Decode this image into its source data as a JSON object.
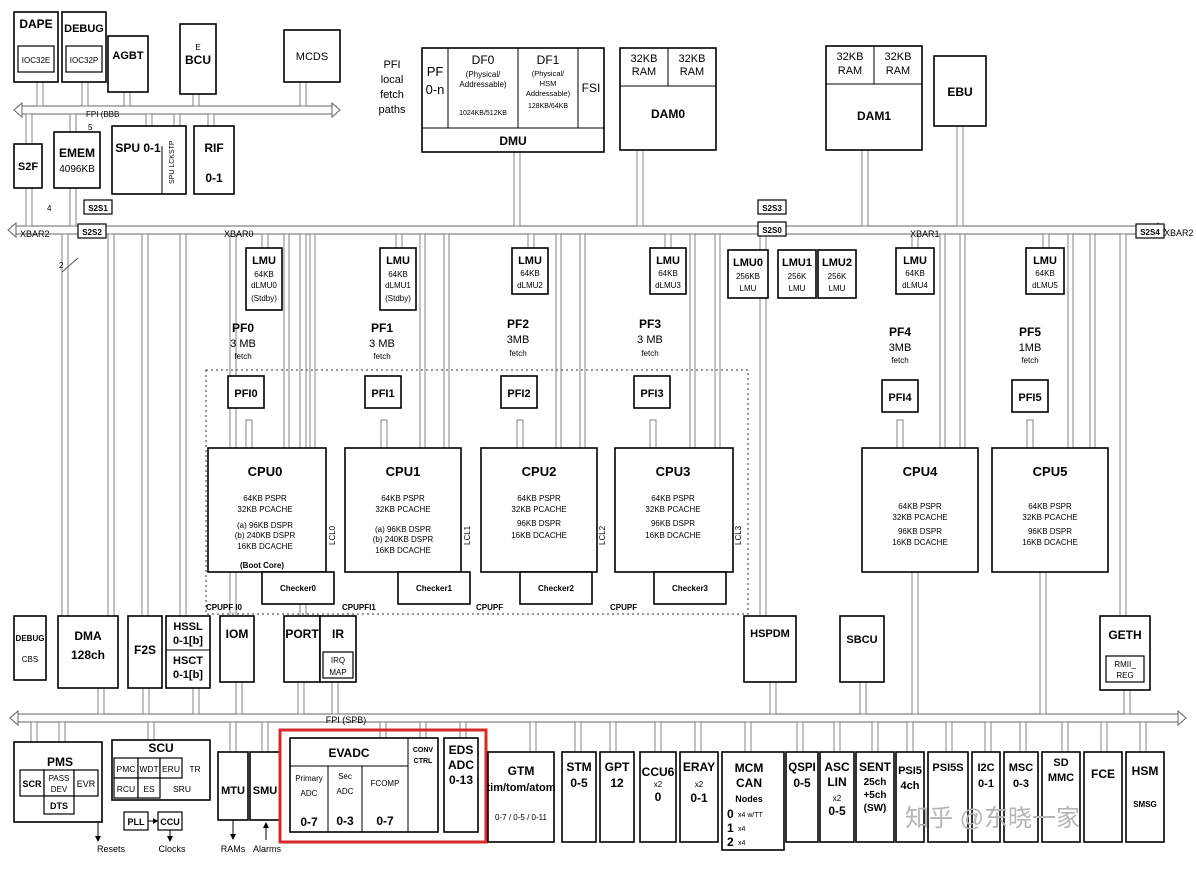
{
  "diagram": {
    "top_blocks": {
      "dape": "DAPE",
      "ioc32e": "IOC32E",
      "debug": "DEBUG",
      "ioc32p": "IOC32P",
      "agbt": "AGBT",
      "bcu_e": "E",
      "bcu": "BCU",
      "mcds": "MCDS",
      "fpi_bbb": "FPI (BBB",
      "num5": "5",
      "num4": "4",
      "num2": "2",
      "s2f": "S2F",
      "emem": "EMEM",
      "emem_size": "4096KB",
      "spu": "SPU 0-1",
      "spu_lckstp": "SPU LCKSTP",
      "rif": "RIF",
      "rif_range": "0-1",
      "s2s1": "S2S1",
      "s2s2": "S2S2"
    },
    "pfi_paths": [
      "PFI",
      "local",
      "fetch",
      "paths"
    ],
    "dmu": {
      "pf": "PF",
      "pf_range": "0-n",
      "df0": "DF0",
      "df0_sub1": "(Physical/",
      "df0_sub2": "Addressable)",
      "df0_size": "1024KB/512KB",
      "df1": "DF1",
      "df1_sub1": "(Physical/",
      "df1_sub2": "HSM",
      "df1_sub3": "Addressable)",
      "df1_size": "128KB/64KB",
      "fsi": "FSI",
      "label": "DMU"
    },
    "dam0": {
      "ram1_a": "32KB",
      "ram1_b": "RAM",
      "ram2_a": "32KB",
      "ram2_b": "RAM",
      "label": "DAM0"
    },
    "dam1": {
      "ram1_a": "32KB",
      "ram1_b": "RAM",
      "ram2_a": "32KB",
      "ram2_b": "RAM",
      "label": "DAM1"
    },
    "ebu": "EBU",
    "xbar": {
      "xbar2_left": "XBAR2",
      "xbar0": "XBAR0",
      "xbar1": "XBAR1",
      "xbar2_right": "XBAR2",
      "s2s3": "S2S3",
      "s2s0": "S2S0",
      "s2s4": "S2S4"
    },
    "lmus": [
      {
        "name": "LMU",
        "l2": "64KB",
        "l3": "dLMU0",
        "l4": "(Stdby)"
      },
      {
        "name": "LMU",
        "l2": "64KB",
        "l3": "dLMU1",
        "l4": "(Stdby)"
      },
      {
        "name": "LMU",
        "l2": "64KB",
        "l3": "dLMU2",
        "l4": ""
      },
      {
        "name": "LMU",
        "l2": "64KB",
        "l3": "dLMU3",
        "l4": ""
      },
      {
        "name": "LMU",
        "l2": "64KB",
        "l3": "dLMU4",
        "l4": ""
      },
      {
        "name": "LMU",
        "l2": "64KB",
        "l3": "dLMU5",
        "l4": ""
      }
    ],
    "global_lmus": [
      {
        "name": "LMU0",
        "l2": "256KB",
        "l3": "LMU"
      },
      {
        "name": "LMU1",
        "l2": "256K",
        "l3": "LMU"
      },
      {
        "name": "LMU2",
        "l2": "256K",
        "l3": "LMU"
      }
    ],
    "pf_labels": [
      {
        "name": "PF0",
        "size": "3 MB",
        "fetch": "fetch",
        "pfi": "PFI0"
      },
      {
        "name": "PF1",
        "size": "3 MB",
        "fetch": "fetch",
        "pfi": "PFI1"
      },
      {
        "name": "PF2",
        "size": "3MB",
        "fetch": "fetch",
        "pfi": "PFI2"
      },
      {
        "name": "PF3",
        "size": "3 MB",
        "fetch": "fetch",
        "pfi": "PFI3"
      },
      {
        "name": "PF4",
        "size": "3MB",
        "fetch": "fetch",
        "pfi": "PFI4"
      },
      {
        "name": "PF5",
        "size": "1MB",
        "fetch": "fetch",
        "pfi": "PFI5"
      }
    ],
    "cpus": [
      {
        "name": "CPU0",
        "l1": "64KB  PSPR",
        "l2": "32KB  PCACHE",
        "l3": "(a) 96KB  DSPR",
        "l4": "(b) 240KB DSPR",
        "l5": "16KB DCACHE",
        "note": "(Boot Core)",
        "lcl": "LCL0",
        "checker": "Checker0",
        "cpupf": "CPUPF I0"
      },
      {
        "name": "CPU1",
        "l1": "64KB  PSPR",
        "l2": "32KB  PCACHE",
        "l3": "(a) 96KB  DSPR",
        "l4": "(b) 240KB DSPR",
        "l5": "16KB DCACHE",
        "note": "",
        "lcl": "LCL1",
        "checker": "Checker1",
        "cpupf": "CPUPFI1"
      },
      {
        "name": "CPU2",
        "l1": "64KB  PSPR",
        "l2": "32KB  PCACHE",
        "l3": "96KB  DSPR",
        "l4": "16KB DCACHE",
        "l5": "",
        "note": "",
        "lcl": "LCL2",
        "checker": "Checker2",
        "cpupf": "CPUPF"
      },
      {
        "name": "CPU3",
        "l1": "64KB  PSPR",
        "l2": "32KB  PCACHE",
        "l3": "96KB  DSPR",
        "l4": "16KB DCACHE",
        "l5": "",
        "note": "",
        "lcl": "LCL3",
        "checker": "Checker3",
        "cpupf": "CPUPF"
      },
      {
        "name": "CPU4",
        "l1": "64KB  PSPR",
        "l2": "32KB  PCACHE",
        "l3": "96KB  DSPR",
        "l4": "16KB DCACHE",
        "l5": "",
        "note": "",
        "lcl": "",
        "checker": "",
        "cpupf": ""
      },
      {
        "name": "CPU5",
        "l1": "64KB  PSPR",
        "l2": "32KB  PCACHE",
        "l3": "96KB  DSPR",
        "l4": "16KB DCACHE",
        "l5": "",
        "note": "",
        "lcl": "",
        "checker": "",
        "cpupf": ""
      }
    ],
    "mid_periph": {
      "debug": "DEBUG",
      "cbs": "CBS",
      "dma": "DMA",
      "dma_ch": "128ch",
      "f2s": "F2S",
      "hssl": "HSSL",
      "hssl_r": "0-1[b]",
      "hsct": "HSCT",
      "hsct_r": "0-1[b]",
      "iom": "IOM",
      "port": "PORT",
      "ir": "IR",
      "irq": "IRQ",
      "map": "MAP",
      "hspdm": "HSPDM",
      "sbcu": "SBCU",
      "geth": "GETH",
      "rmii": "RMII_",
      "reg": "REG"
    },
    "fpi_spb": "FPI  (SPB)",
    "pms": {
      "title": "PMS",
      "scr": "SCR",
      "pass1": "PASS",
      "pass2": "DEV",
      "evr": "EVR",
      "dts": "DTS"
    },
    "scu": {
      "title": "SCU",
      "pmc": "PMC",
      "wdt": "WDT",
      "eru": "ERU",
      "tr": "TR",
      "rcu": "RCU",
      "es": "ES",
      "sru": "SRU",
      "pll": "PLL",
      "ccu": "CCU"
    },
    "bottom_io": {
      "resets": "Resets",
      "clocks": "Clocks",
      "rams": "RAMs",
      "alarms": "Alarms",
      "mtu": "MTU",
      "smu": "SMU"
    },
    "evadc": {
      "title": "EVADC",
      "primary1": "Primary",
      "primary2": "ADC",
      "primary_range": "0-7",
      "sec1": "Sec",
      "sec2": "ADC",
      "sec_range": "0-3",
      "fcomp": "FCOMP",
      "fcomp_range": "0-7",
      "conv1": "CONV",
      "conv2": "CTRL"
    },
    "eds": {
      "l1": "EDS",
      "l2": "ADC",
      "l3": "0-13"
    },
    "gtm": {
      "name": "GTM",
      "sub": "tim/tom/atom",
      "ranges": "0-7 / 0-5 / 0-11"
    },
    "periph_bottom": [
      {
        "name": "STM",
        "l2": "0-5"
      },
      {
        "name": "GPT",
        "l2": "12"
      },
      {
        "name": "CCU6",
        "l2": "x2",
        "l3": "0"
      },
      {
        "name": "ERAY",
        "l2": "x2",
        "l3": "0-1"
      },
      {
        "name": "QSPI",
        "l2": "0-5"
      },
      {
        "name": "ASC",
        "l2": "LIN",
        "l3": "x2",
        "l4": "0-5"
      },
      {
        "name": "SENT",
        "l2": "25ch",
        "l3": "+5ch",
        "l4": "(SW)"
      },
      {
        "name": "PSI5",
        "l2": "4ch"
      },
      {
        "name": "PSI5S"
      },
      {
        "name": "I2C",
        "l2": "0-1"
      },
      {
        "name": "MSC",
        "l2": "0-3"
      },
      {
        "name": "SD",
        "l2": "MMC"
      },
      {
        "name": "FCE"
      },
      {
        "name": "HSM",
        "l2": "SMSG"
      }
    ],
    "mcmcan": {
      "l1": "MCM",
      "l2": "CAN",
      "l3": "Nodes",
      "r1a": "0",
      "r1b": "x4 w/TT",
      "r2a": "1",
      "r2b": "x4",
      "r3a": "2",
      "r3b": "x4"
    },
    "watermark": "知乎 @东晓一家"
  },
  "colors": {
    "highlight": "#d42a2a",
    "bus": "#666666",
    "line": "#000000"
  }
}
